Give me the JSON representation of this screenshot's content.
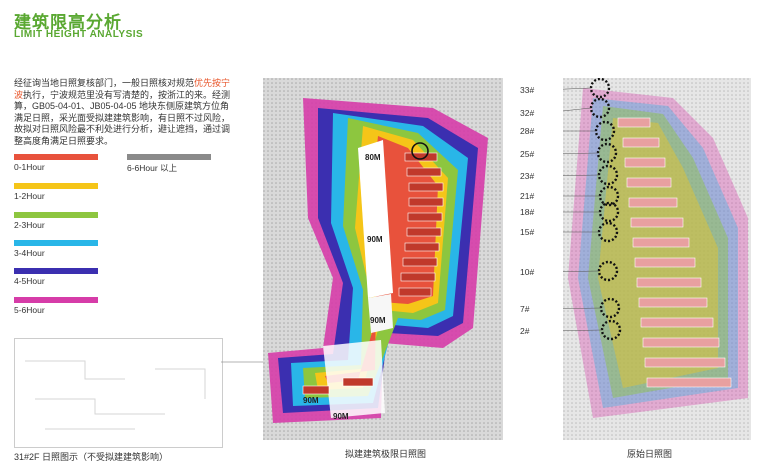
{
  "header": {
    "title": "建筑限高分析",
    "subtitle": "LIMIT HEIGHT ANALYSIS"
  },
  "description": {
    "part1": "经征询当地日照复核部门，一般日照核对规范",
    "highlight": "优先按宁波",
    "part2": "执行，宁波规范里没有写清楚的，按浙江的来。经测算，GB05-04-01、JB05-04-05 地块东侧原建筑方位角满足日照，采光面受拟建建筑影响，有日照不过风险，故拟对日照风险最不利处进行分析，避让遮挡，通过调整高度角满足日照要求。"
  },
  "legend": [
    {
      "label": "0-1Hour",
      "color": "#e8523c"
    },
    {
      "label": "1-2Hour",
      "color": "#f5c518"
    },
    {
      "label": "2-3Hour",
      "color": "#8dc63f"
    },
    {
      "label": "3-4Hour",
      "color": "#29b6e8"
    },
    {
      "label": "4-5Hour",
      "color": "#3b2fb0"
    },
    {
      "label": "5-6Hour",
      "color": "#d63ca8"
    },
    {
      "label": "6-6Hour 以上",
      "color": "#8a8a8a"
    }
  ],
  "inset": {
    "caption": "31#2F 日照图示（不受拟建建筑影响）"
  },
  "map_left": {
    "caption": "拟建建筑极限日照图",
    "height_labels": [
      "80M",
      "90M",
      "90M",
      "90M",
      "90M"
    ]
  },
  "map_right": {
    "caption": "原始日照图",
    "floors": [
      "33#",
      "32#",
      "28#",
      "25#",
      "23#",
      "21#",
      "18#",
      "15#",
      "10#",
      "7#",
      "2#"
    ]
  }
}
